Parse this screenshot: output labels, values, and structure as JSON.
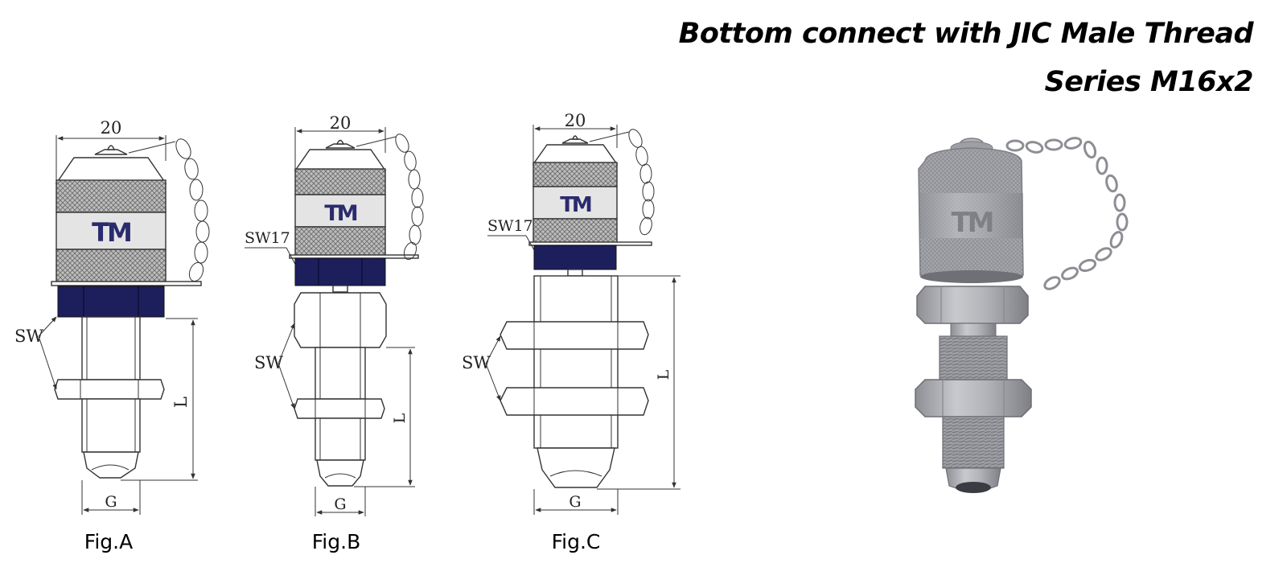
{
  "title": {
    "line1": "Bottom connect with JIC Male Thread",
    "line2": "Series M16x2"
  },
  "brand": "TM",
  "figures": [
    {
      "label": "Fig.A",
      "width_dim": "20",
      "sw": "SW",
      "length": "L",
      "thread": "G"
    },
    {
      "label": "Fig.B",
      "width_dim": "20",
      "sw_cap": "SW17",
      "sw": "SW",
      "length": "L",
      "thread": "G"
    },
    {
      "label": "Fig.C",
      "width_dim": "20",
      "sw_cap": "SW17",
      "sw": "SW",
      "length": "L",
      "thread": "G"
    }
  ],
  "colors": {
    "hex_nut": "#1d1f5c",
    "logo": "#2a2a6e",
    "knurl": "#9a9a9a",
    "label_band": "#e4e4e4",
    "photo_metal": "#a9aab0"
  },
  "icons": [
    "chain",
    "dust-cap",
    "hex-nut"
  ]
}
